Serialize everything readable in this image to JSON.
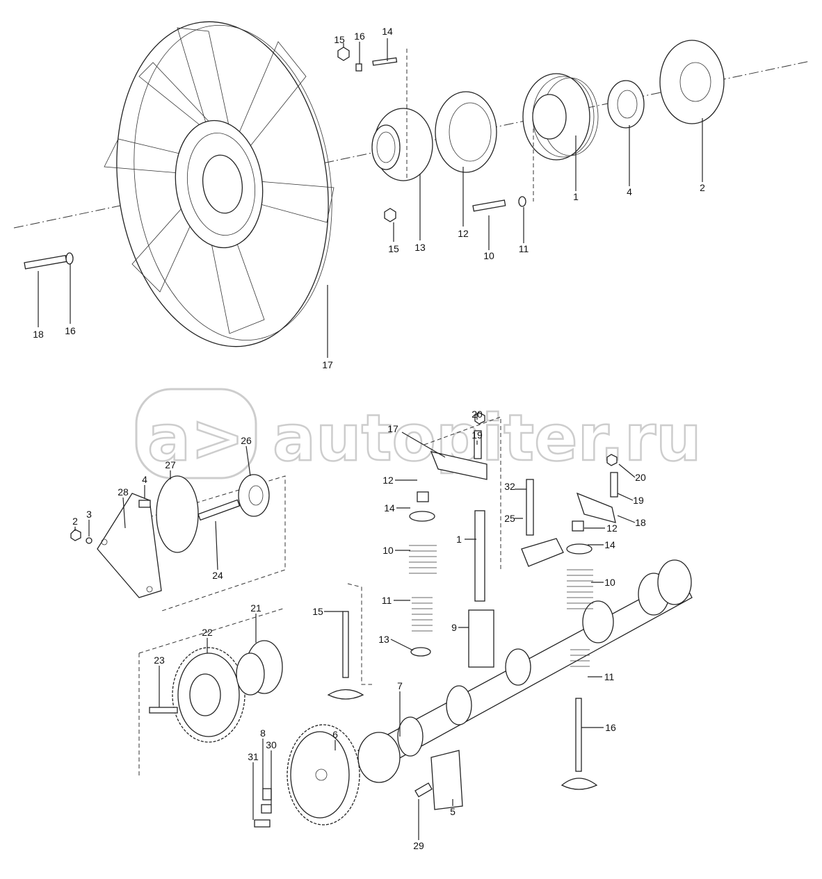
{
  "watermark": {
    "text": "autopiter.ru",
    "logo_glyph": "a>"
  },
  "fan_drive_assembly": {
    "callouts": [
      "15",
      "16",
      "14",
      "1",
      "4",
      "2",
      "13",
      "12",
      "15",
      "10",
      "11",
      "18",
      "16",
      "17"
    ]
  },
  "valve_train_assembly": {
    "callouts": [
      "20",
      "17",
      "19",
      "26",
      "27",
      "28",
      "4",
      "3",
      "2",
      "24",
      "12",
      "14",
      "10",
      "1",
      "32",
      "25",
      "20",
      "19",
      "18",
      "12",
      "14",
      "10",
      "11",
      "13",
      "15",
      "9",
      "21",
      "22",
      "23",
      "7",
      "11",
      "6",
      "8",
      "30",
      "31",
      "16",
      "5",
      "29"
    ]
  }
}
